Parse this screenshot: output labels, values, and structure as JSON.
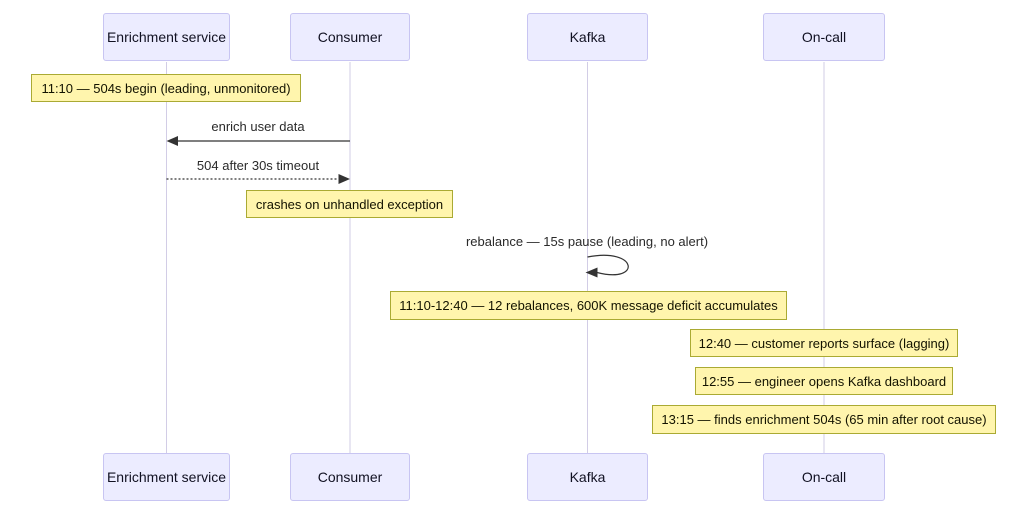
{
  "diagram": {
    "type": "sequence",
    "participants": [
      {
        "name": "Enrichment service"
      },
      {
        "name": "Consumer"
      },
      {
        "name": "Kafka"
      },
      {
        "name": "On-call"
      }
    ],
    "messages": [
      {
        "label": "enrich user data",
        "from": "Consumer",
        "to": "Enrichment service",
        "style": "solid"
      },
      {
        "label": "504 after 30s timeout",
        "from": "Enrichment service",
        "to": "Consumer",
        "style": "dotted"
      },
      {
        "label": "rebalance — 15s pause (leading, no alert)",
        "from": "Kafka",
        "to": "Kafka",
        "style": "self-loop"
      }
    ],
    "notes": [
      {
        "text": "11:10 — 504s begin (leading, unmonitored)",
        "over": "Enrichment service"
      },
      {
        "text": "crashes on unhandled exception",
        "over": "Consumer"
      },
      {
        "text": "11:10-12:40 — 12 rebalances, 600K message deficit accumulates",
        "over": "Kafka"
      },
      {
        "text": "12:40 — customer reports surface (lagging)",
        "over": "On-call"
      },
      {
        "text": "12:55 — engineer opens Kafka dashboard",
        "over": "On-call"
      },
      {
        "text": "13:15 — finds enrichment 504s (65 min after root cause)",
        "over": "On-call"
      }
    ],
    "colors": {
      "note_fill": "#fff5ad",
      "note_border": "#aaaa33",
      "actor_fill": "#ececff",
      "actor_border": "#c8c5f2",
      "lifeline": "#d2cde6",
      "arrow": "#333333",
      "background": "#ffffff"
    }
  }
}
